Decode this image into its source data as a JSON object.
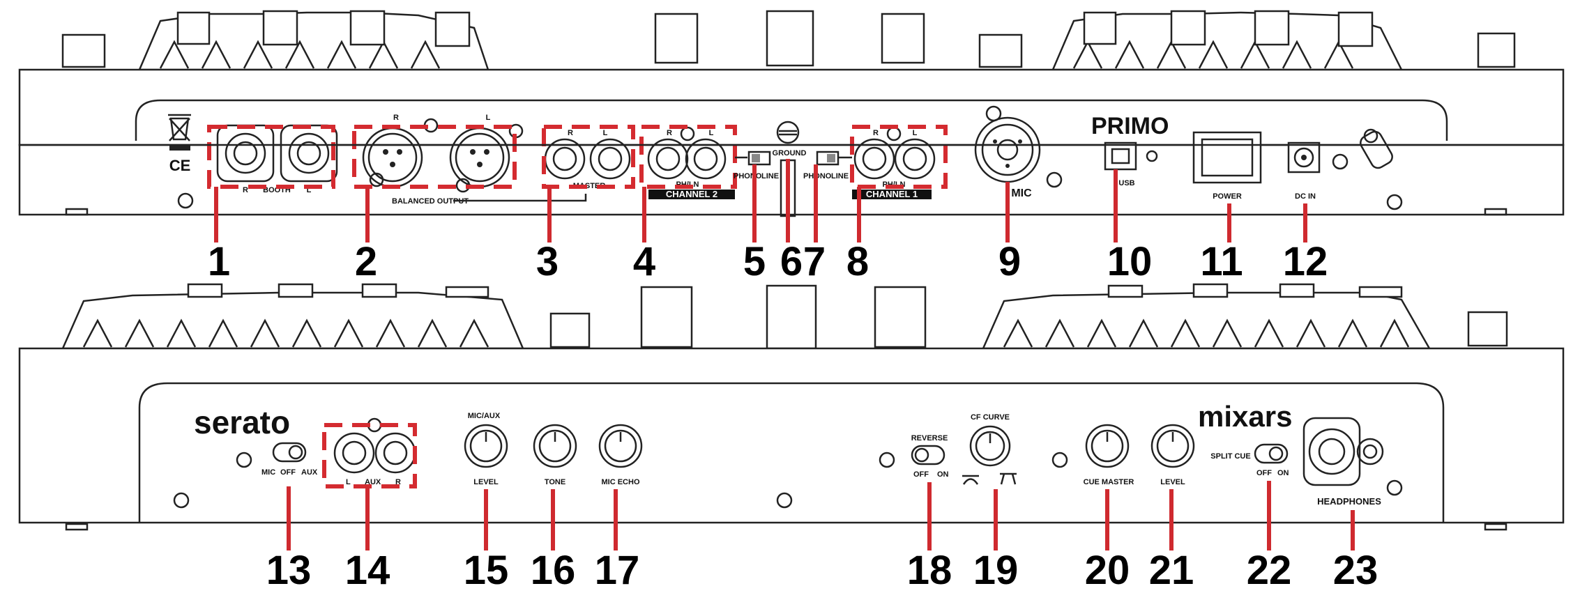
{
  "top_panel": {
    "labels": {
      "booth": "BOOTH",
      "booth_r": "R",
      "booth_l": "L",
      "balanced_output": "BALANCED OUTPUT",
      "xlr_r": "R",
      "xlr_l": "L",
      "master": "MASTER",
      "master_r": "R",
      "master_l": "L",
      "ch2_r": "R",
      "ch2_l": "L",
      "ch2_phln": "PH/LN",
      "channel2": "CHANNEL 2",
      "phono2": "PHONO",
      "line2": "LINE",
      "ground": "GROUND",
      "phono1": "PHONO",
      "line1": "LINE",
      "ch1_r": "R",
      "ch1_l": "L",
      "ch1_phln": "PH/LN",
      "channel1": "CHANNEL 1",
      "mic": "MIC",
      "brand": "PRIMO",
      "usb": "USB",
      "power": "POWER",
      "dc_in": "DC IN",
      "ce": "CE"
    },
    "callouts": [
      "1",
      "2",
      "3",
      "4",
      "5",
      "6",
      "7",
      "8",
      "9",
      "10",
      "11",
      "12"
    ]
  },
  "bottom_panel": {
    "labels": {
      "brand_left": "serato",
      "brand_right": "mixars",
      "mic": "MIC",
      "off": "OFF",
      "aux": "AUX",
      "aux_l": "L",
      "aux_mid": "AUX",
      "aux_r": "R",
      "mic_aux": "MIC/AUX",
      "level": "LEVEL",
      "tone": "TONE",
      "mic_echo": "MIC ECHO",
      "reverse": "REVERSE",
      "rev_off": "OFF",
      "rev_on": "ON",
      "cf_curve": "CF CURVE",
      "cue_master": "CUE MASTER",
      "level2": "LEVEL",
      "split_cue": "SPLIT CUE",
      "split_off": "OFF",
      "split_on": "ON",
      "headphones": "HEADPHONES"
    },
    "callouts": [
      "13",
      "14",
      "15",
      "16",
      "17",
      "18",
      "19",
      "20",
      "21",
      "22",
      "23"
    ]
  },
  "colors": {
    "highlight": "#d42b30",
    "leader": "#cf2a2f",
    "ink": "#222222"
  }
}
